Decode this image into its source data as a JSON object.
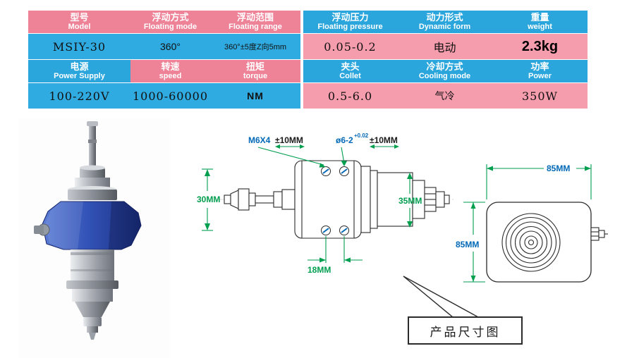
{
  "table": {
    "headers_row1": [
      {
        "zh": "型号",
        "en": "Model"
      },
      {
        "zh": "浮动方式",
        "en": "Floating mode"
      },
      {
        "zh": "浮动范围",
        "en": "Floating range"
      },
      {
        "zh": "浮动压力",
        "en": "Floating pressure"
      },
      {
        "zh": "动力形式",
        "en": "Dynamic form"
      },
      {
        "zh": "重量",
        "en": "weight"
      }
    ],
    "values_row2": [
      "MSIY-30",
      "360°",
      "360°±5度Z向5mm",
      "0.05-0.2",
      "电动",
      "2.3kg"
    ],
    "headers_row3": [
      {
        "zh": "电源",
        "en": "Power Supply"
      },
      {
        "zh": "转速",
        "en": "speed"
      },
      {
        "zh": "扭矩",
        "en": "torque"
      },
      {
        "zh": "夹头",
        "en": "Collet"
      },
      {
        "zh": "冷却方式",
        "en": "Cooling mode"
      },
      {
        "zh": "功率",
        "en": "Power"
      }
    ],
    "values_row4": [
      "100-220V",
      "1000-60000",
      "NM",
      "0.5-6.0",
      "气冷",
      "350W"
    ]
  },
  "diagram": {
    "label_m6x4": "M6X4",
    "tol_top": "±10MM",
    "label_hole": "ø6-2",
    "label_hole_sup": "+0.02",
    "tol_hole": "±10MM",
    "dim_collet": "30MM",
    "dim_motor": "35MM",
    "dim_holes": "18MM",
    "dim_width": "85MM",
    "dim_height": "85MM",
    "caption": "产品尺寸图"
  },
  "colors": {
    "pink_header": "#ee8398",
    "pink_value": "#f59cad",
    "blue_header": "#2aa6dc",
    "blue_value": "#2fabe1",
    "dimension_green": "#009e4f",
    "dimension_blue": "#0068b7",
    "clamp_blue": "#3353b8"
  }
}
